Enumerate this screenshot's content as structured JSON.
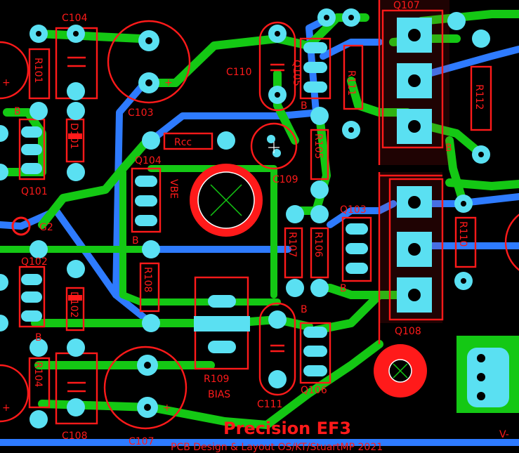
{
  "board": {
    "title": "Precision EF3",
    "credit": "PCB Design & Layout OS/KT/StuartMP 2021",
    "edge_label": "V-",
    "ground_label": "G2"
  },
  "labels": {
    "C104": "C104",
    "C103": "C103",
    "C110": "C110",
    "C109": "C109",
    "C111": "C111",
    "C108": "C108",
    "C107": "C107",
    "R101": "R101",
    "R104": "R104",
    "R105": "R105",
    "R106": "R106",
    "R107": "R107",
    "R108": "R108",
    "R109": "R109",
    "R110": "R110",
    "R111": "R111",
    "R112": "R112",
    "Rcc": "Rcc",
    "D101": "D101",
    "D102": "D102",
    "Q101": "Q101",
    "Q102": "Q102",
    "Q103": "Q103",
    "Q104": "Q104",
    "Q105": "Q105",
    "Q106": "Q106",
    "Q107": "Q107",
    "Q108": "Q108",
    "VBE": "VBE",
    "BIAS": "BIAS",
    "B": "B",
    "plus": "+"
  },
  "colors": {
    "background": "#000000",
    "silkscreen": "#ff1a1a",
    "top_copper": "#14c814",
    "bottom_copper": "#2e7bff",
    "pad": "#5ae0f2"
  }
}
